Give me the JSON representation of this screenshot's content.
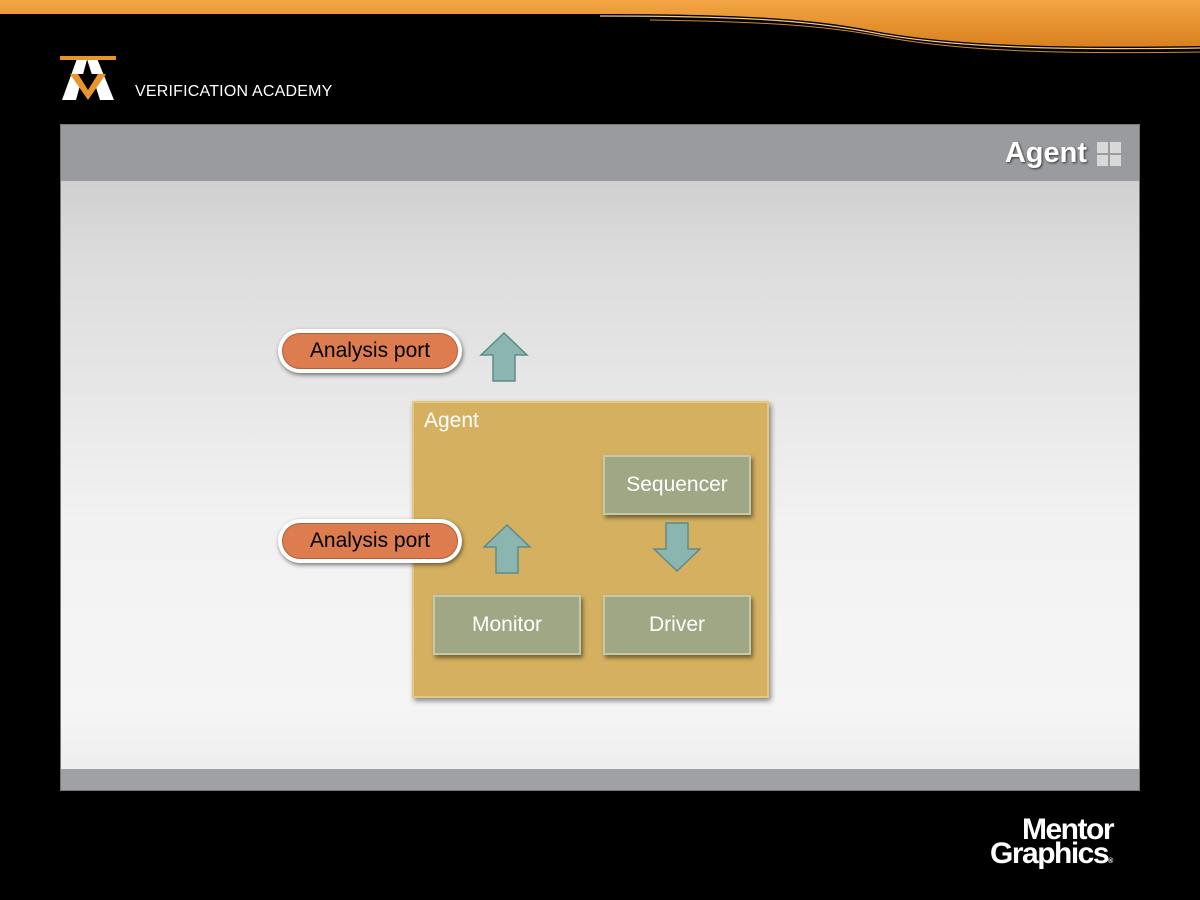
{
  "brand": {
    "academy_name": "VERIFICATION ACADEMY",
    "company_line1": "Mentor",
    "company_line2": "Graphics",
    "trademark": "®",
    "accent_color": "#e0892c"
  },
  "slide": {
    "title": "Agent",
    "title_icon": "grid-icon"
  },
  "diagram": {
    "agent_label": "Agent",
    "blocks": {
      "sequencer": "Sequencer",
      "monitor": "Monitor",
      "driver": "Driver"
    },
    "ports": [
      {
        "label": "Analysis port"
      },
      {
        "label": "Analysis port"
      }
    ],
    "colors": {
      "agent_fill": "#d4b060",
      "block_fill": "#9fa784",
      "port_fill": "#dd7c4f",
      "arrow_fill": "#8ab5b0"
    }
  }
}
